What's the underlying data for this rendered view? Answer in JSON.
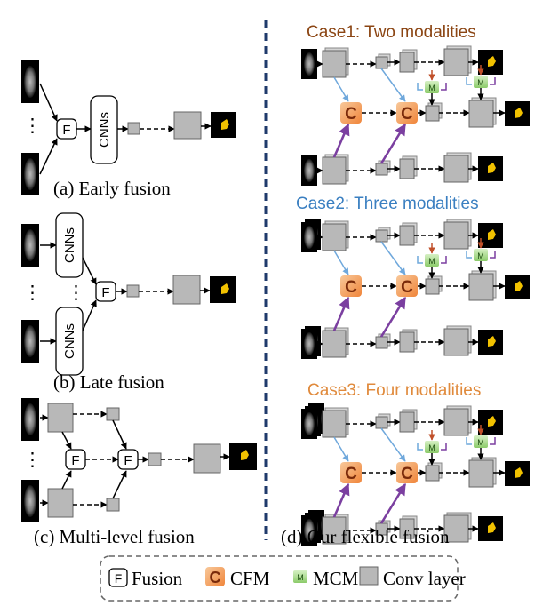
{
  "captions": {
    "early": "(a) Early fusion",
    "late": "(b) Late fusion",
    "multi": "(c) Multi-level fusion",
    "ours": "(d) Our flexible fusion"
  },
  "cases": {
    "case1": "Case1: Two modalities",
    "case2": "Case2: Three modalities",
    "case3": "Case3: Four modalities"
  },
  "labels": {
    "fusion_letter": "F",
    "cfm_letter": "C",
    "mcm_letter": "M",
    "cnns": "CNNs",
    "ellipsis": "⋮"
  },
  "legend": {
    "fusion": "Fusion",
    "cfm": "CFM",
    "mcm": "MCM",
    "conv": "Conv layer"
  },
  "colors": {
    "case1": "#8B4513",
    "case2": "#3A7FC1",
    "case3": "#E08A3C",
    "cfm_orange": "#F4A460",
    "mcm_green": "#A8D88A",
    "blue_arrow": "#6FA8DC",
    "purple_arrow": "#7B3FA0",
    "divider": "#1F3A6B",
    "conv_gray": "#B8B8B8"
  }
}
